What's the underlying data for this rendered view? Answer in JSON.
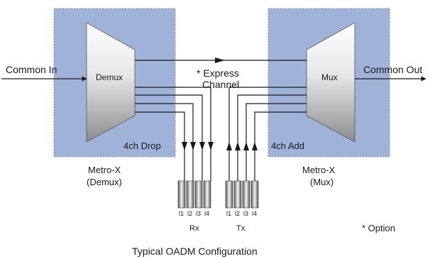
{
  "labels": {
    "common_in": "Common In",
    "common_out": "Common Out",
    "demux": "Demux",
    "mux": "Mux",
    "express_line1": "* Express",
    "express_line2": "Channel",
    "drop": "4ch Drop",
    "add": "4ch Add",
    "left_box_line1": "Metro-X",
    "left_box_line2": "(Demux)",
    "right_box_line1": "Metro-X",
    "right_box_line2": "(Mux)",
    "rx": "Rx",
    "tx": "Tx",
    "option": "* Option",
    "caption": "Typical OADM Configuration"
  },
  "rx_channels": [
    "l1",
    "l2",
    "l3",
    "l4"
  ],
  "tx_channels": [
    "l1",
    "l2",
    "l3",
    "l4"
  ],
  "colors": {
    "module_fill": "#9fb2d8",
    "module_border": "#7a8fb8",
    "trapezoid_light": "#f2f2f2",
    "trapezoid_dark": "#8c8c8c",
    "line": "#1a1a1a"
  }
}
